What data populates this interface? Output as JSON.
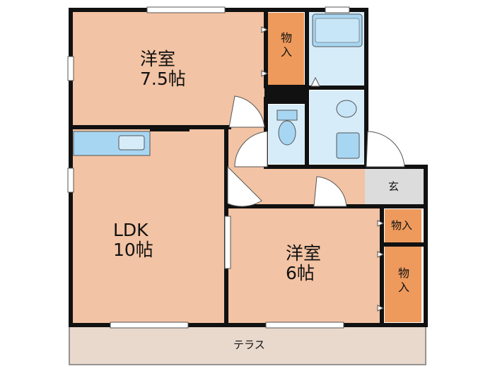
{
  "rooms": {
    "western_room_a": {
      "name": "洋室",
      "size": "7.5帖"
    },
    "ldk": {
      "name": "LDK",
      "size": "10帖"
    },
    "western_room_b": {
      "name": "洋室",
      "size": "6帖"
    },
    "closet_top": {
      "char1": "物",
      "char2": "入"
    },
    "closet_mid": {
      "label": "物入"
    },
    "closet_low": {
      "char1": "物",
      "char2": "入"
    },
    "entrance": {
      "label": "玄"
    },
    "terrace": {
      "label": "テラス"
    }
  },
  "colors": {
    "room": "#f2c3a4",
    "closet": "#ee9a5c",
    "wet": "#d7ecf9",
    "fixture": "#a7d6f2",
    "entrance": "#dcdcdc",
    "terrace": "#e9d9cd",
    "wall": "#111111"
  }
}
